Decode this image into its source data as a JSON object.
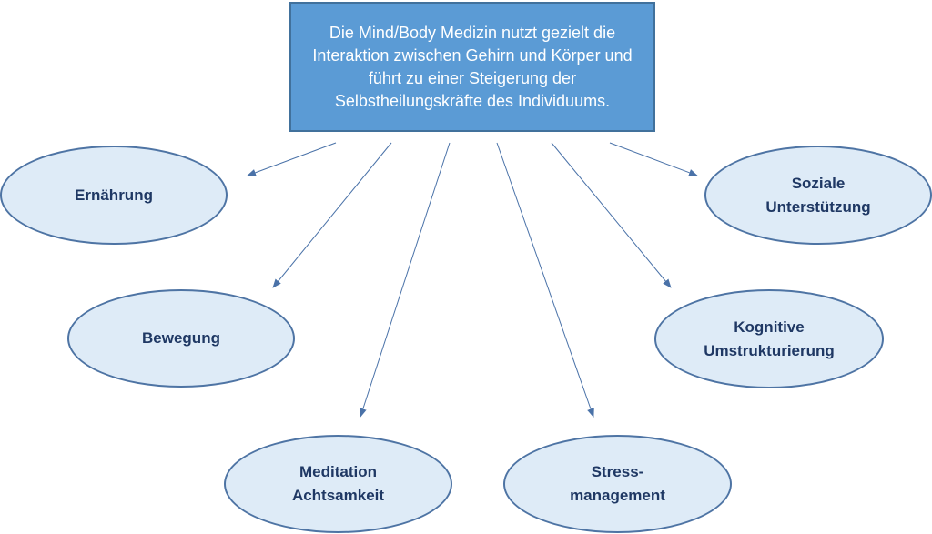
{
  "colors": {
    "box_fill": "#5b9bd5",
    "box_text": "#ffffff",
    "node_fill": "#deebf7",
    "node_border": "#4e74a4",
    "node_text": "#1f3864",
    "arrow": "#4a72a8"
  },
  "central": {
    "text": "Die Mind/Body Medizin nutzt gezielt die Interaktion zwischen Gehirn und Körper und führt zu einer Steigerung der Selbstheilungskräfte des Individuums."
  },
  "nodes": {
    "ernaehrung": "Ernährung",
    "bewegung": "Bewegung",
    "meditation": "Meditation\nAchtsamkeit",
    "stress": "Stress-\nmanagement",
    "kognitive": "Kognitive\nUmstrukturierung",
    "soziale": "Soziale\nUnterstützung"
  }
}
